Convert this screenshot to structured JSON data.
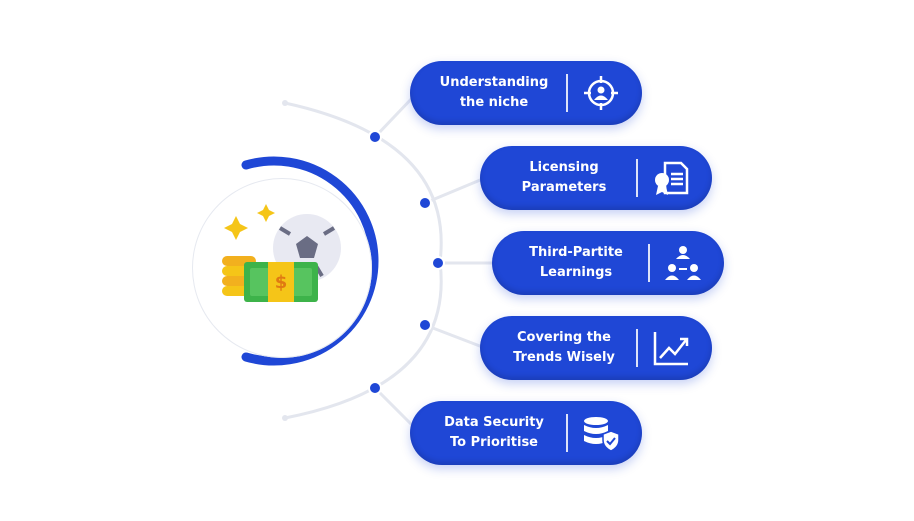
{
  "colors": {
    "primary": "#1f47d6",
    "connector": "#e3e6ee",
    "dot": "#1f47d6"
  },
  "center": {
    "icon": "coins-cash-soccer-ball-icon"
  },
  "items": [
    {
      "label": "Understanding\nthe niche",
      "icon": "target-person-icon"
    },
    {
      "label": "Licensing\nParameters",
      "icon": "license-certificate-icon"
    },
    {
      "label": "Third-Partite\nLearnings",
      "icon": "team-network-icon"
    },
    {
      "label": "Covering the\nTrends Wisely",
      "icon": "trend-chart-icon"
    },
    {
      "label": "Data Security\nTo Prioritise",
      "icon": "database-shield-icon"
    }
  ]
}
